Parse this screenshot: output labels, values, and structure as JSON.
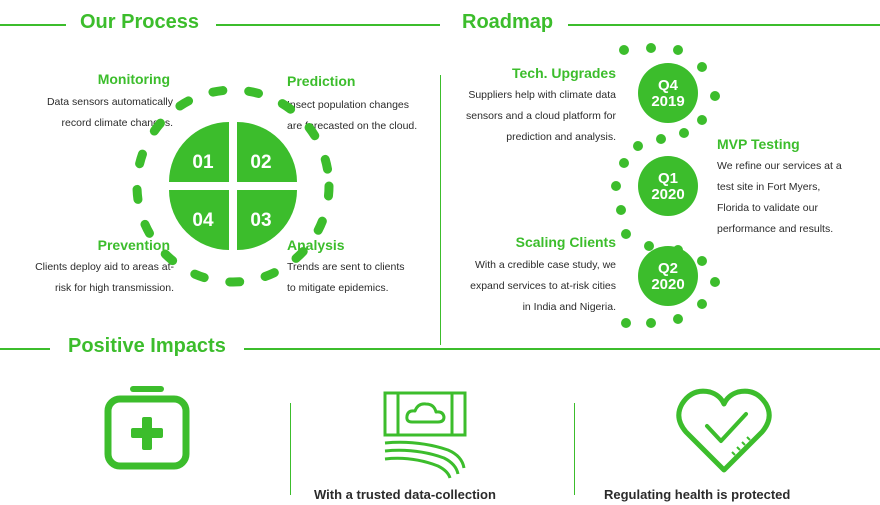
{
  "colors": {
    "accent": "#3cbd2c",
    "text": "#2b2b2b",
    "background": "#ffffff"
  },
  "process": {
    "title": "Our Process",
    "quadrants": [
      "01",
      "02",
      "04",
      "03"
    ],
    "steps": {
      "monitoring": {
        "title": "Monitoring",
        "text": "Data sensors automatically record climate changes."
      },
      "prediction": {
        "title": "Prediction",
        "text": "Insect population changes are forecasted on the cloud."
      },
      "prevention": {
        "title": "Prevention",
        "text": "Clients deploy aid to areas at-risk for high transmission."
      },
      "analysis": {
        "title": "Analysis",
        "text": "Trends are sent to clients to mitigate epidemics."
      }
    }
  },
  "roadmap": {
    "title": "Roadmap",
    "milestones": [
      {
        "quarter": "Q4",
        "year": "2019",
        "title": "Tech. Upgrades",
        "text": "Suppliers help with climate data sensors and a cloud platform for prediction and analysis."
      },
      {
        "quarter": "Q1",
        "year": "2020",
        "title": "MVP Testing",
        "text": "We refine our services at a test site in Fort Myers, Florida to validate our performance and results."
      },
      {
        "quarter": "Q2",
        "year": "2020",
        "title": "Scaling Clients",
        "text": "With a credible case study, we expand services to at-risk cities in India and Nigeria."
      }
    ]
  },
  "impacts": {
    "title": "Positive Impacts",
    "icons": [
      "first-aid-kit-icon",
      "cloud-map-icon",
      "heart-check-icon"
    ],
    "captions": [
      "",
      "With a trusted data-collection",
      "Regulating health is protected"
    ]
  }
}
